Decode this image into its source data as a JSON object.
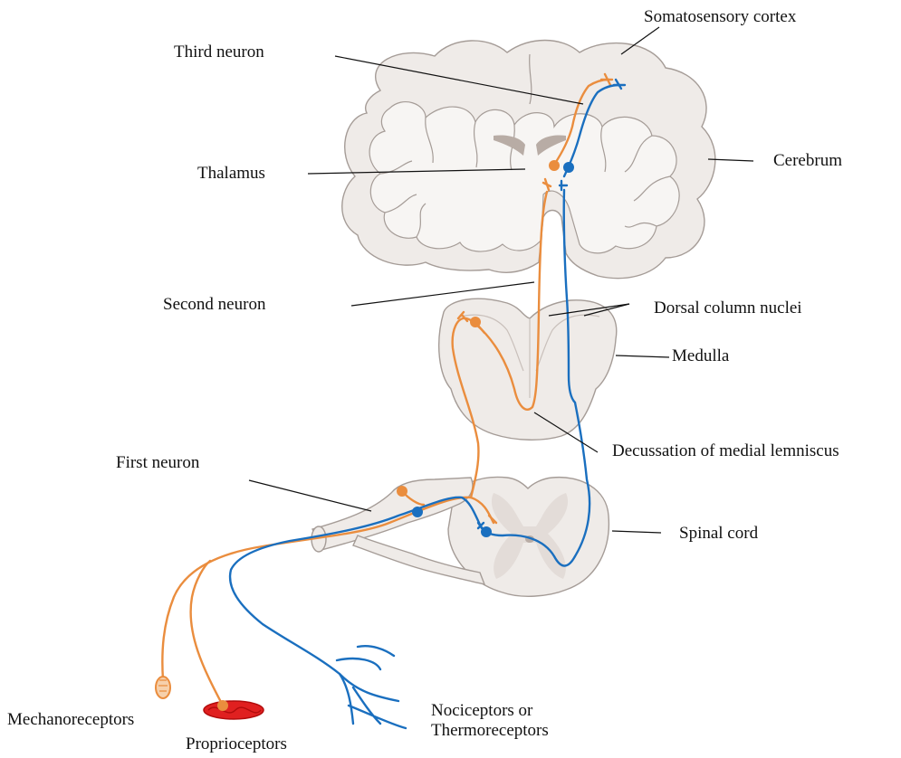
{
  "labels": {
    "somatosensory_cortex": "Somatosensory cortex",
    "third_neuron": "Third neuron",
    "thalamus": "Thalamus",
    "cerebrum": "Cerebrum",
    "second_neuron": "Second neuron",
    "dorsal_column_nuclei": "Dorsal column nuclei",
    "medulla": "Medulla",
    "decussation": "Decussation of medial lemniscus",
    "first_neuron": "First neuron",
    "spinal_cord": "Spinal cord",
    "mechanoreceptors": "Mechanoreceptors",
    "proprioceptors": "Proprioceptors",
    "nociceptors": "Nociceptors or Thermoreceptors"
  },
  "colors": {
    "pathway_orange": "#ea8d3e",
    "pathway_blue": "#1a6fbf",
    "tissue": "#efebe8",
    "tissue_outline": "#a59c97",
    "proprioceptor": "#e02020"
  }
}
